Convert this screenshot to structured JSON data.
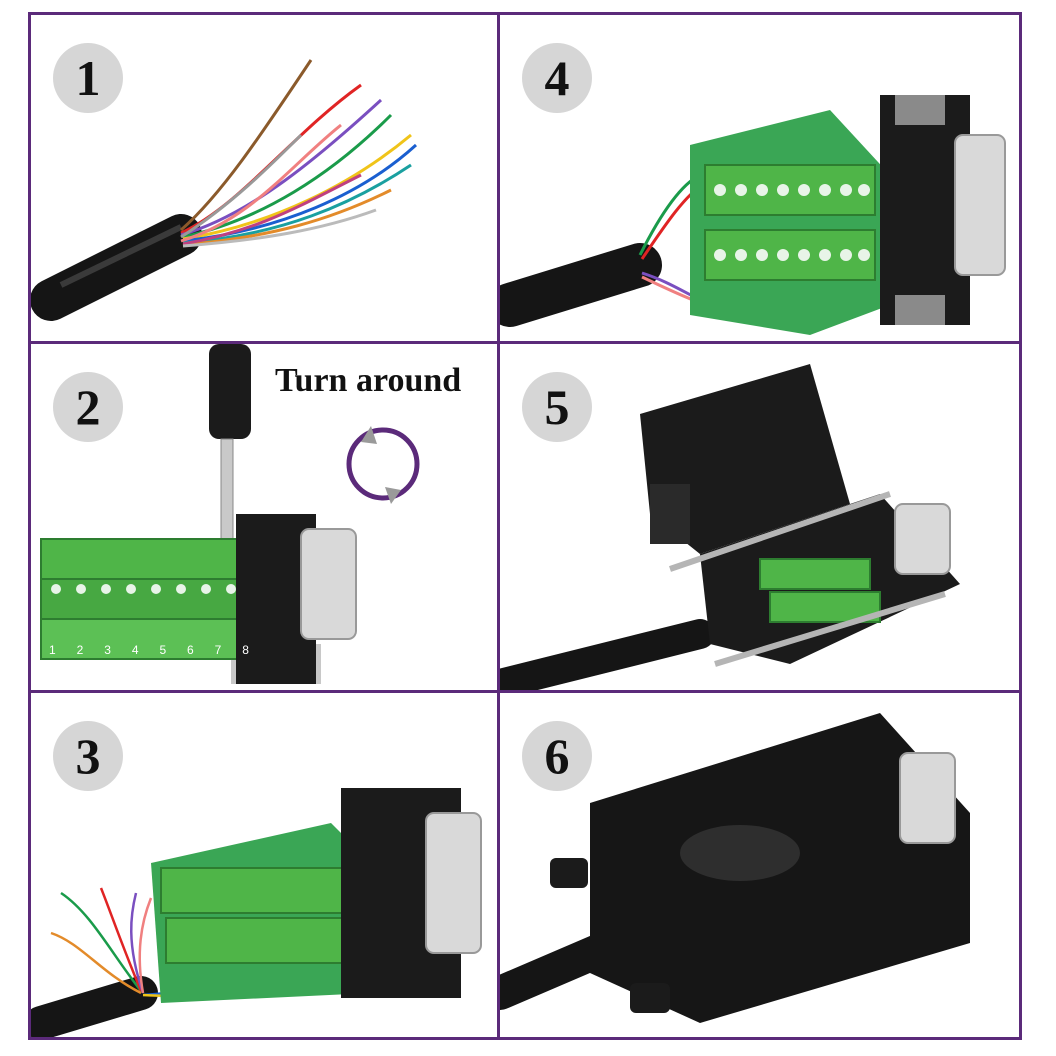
{
  "steps": [
    {
      "number": "1"
    },
    {
      "number": "2",
      "caption": "Turn around"
    },
    {
      "number": "3"
    },
    {
      "number": "4"
    },
    {
      "number": "5"
    },
    {
      "number": "6"
    }
  ],
  "terminal_labels": [
    "1",
    "2",
    "3",
    "4",
    "5",
    "6",
    "7",
    "8"
  ],
  "colors": {
    "frame": "#5b2a7a",
    "badge": "#d6d6d6",
    "terminal_green": "#4fb548",
    "pcb_green": "#3aa655",
    "cable_black": "#151515",
    "connector_metal": "#d9d9d9",
    "rotate_arrow": "#5b2a7a"
  }
}
